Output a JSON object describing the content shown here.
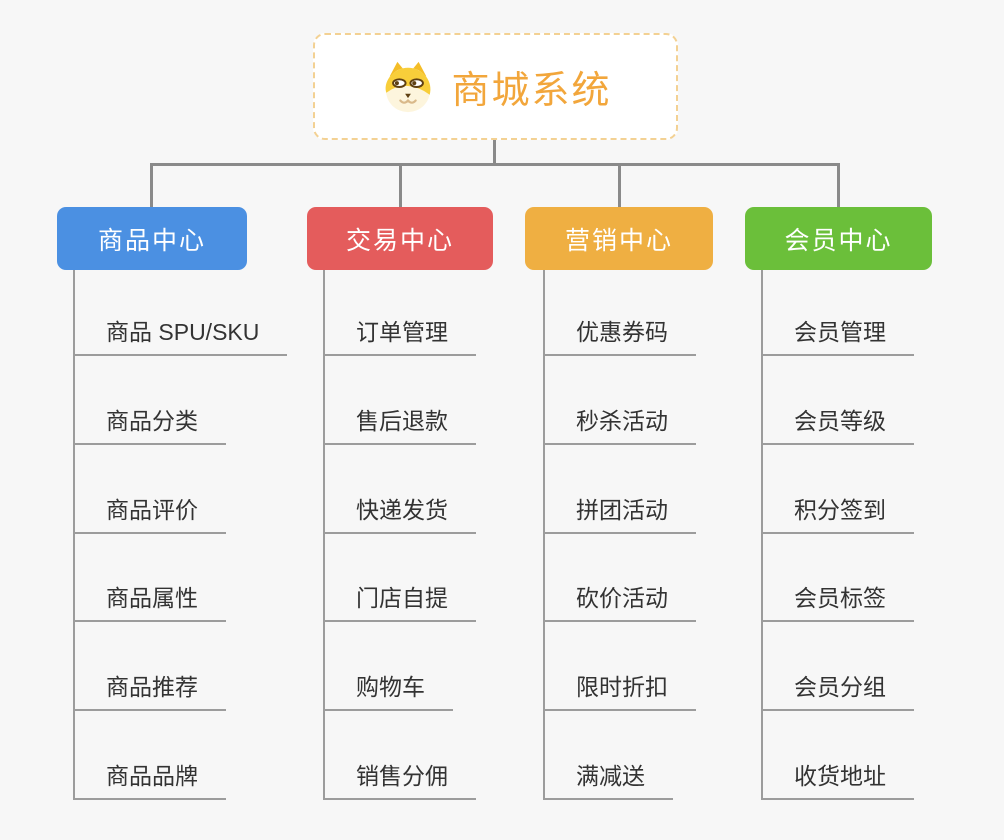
{
  "canvas": {
    "background": "#f7f7f7",
    "connector_color": "#8a8a8a"
  },
  "root": {
    "title": "商城系统",
    "title_color": "#f2a63b",
    "border_color": "#f3d193",
    "icon": "dog-icon"
  },
  "columns": [
    {
      "label": "商品中心",
      "color": "#4b90e2",
      "items": [
        "商品 SPU/SKU",
        "商品分类",
        "商品评价",
        "商品属性",
        "商品推荐",
        "商品品牌"
      ]
    },
    {
      "label": "交易中心",
      "color": "#e45c5c",
      "items": [
        "订单管理",
        "售后退款",
        "快递发货",
        "门店自提",
        "购物车",
        "销售分佣"
      ]
    },
    {
      "label": "营销中心",
      "color": "#efaf42",
      "items": [
        "优惠券码",
        "秒杀活动",
        "拼团活动",
        "砍价活动",
        "限时折扣",
        "满减送"
      ]
    },
    {
      "label": "会员中心",
      "color": "#6bbf3a",
      "items": [
        "会员管理",
        "会员等级",
        "积分签到",
        "会员标签",
        "会员分组",
        "收货地址"
      ]
    }
  ]
}
